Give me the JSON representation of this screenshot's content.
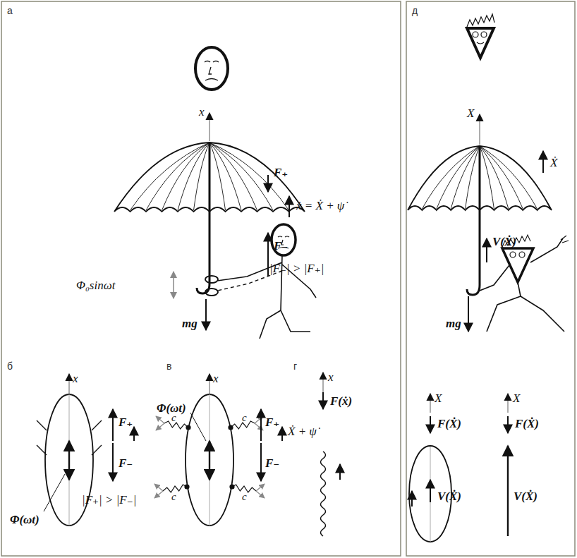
{
  "diagram": {
    "labels": [
      "а",
      "д",
      "x",
      "F₊",
      "ẋ = Ẋ + ψ̇",
      "F₋",
      "|F₋| > |F₊|",
      "Φ₀sinωt",
      "mg",
      "X",
      "Ẋ",
      "V(Ẋ)",
      "mg",
      "б",
      "в",
      "г",
      "x",
      "F₊",
      "F₋",
      "|F₊| > |F₋|",
      "Φ(ωt)",
      "x",
      "Φ(ωt)",
      "c",
      "c",
      "c",
      "c",
      "F₊",
      "Ẋ + ψ̇",
      "F₋",
      "x",
      "F(ẋ)",
      "X",
      "F(Ẋ)",
      "V(Ẋ)",
      "X",
      "F(Ẋ)",
      "V(Ẋ)"
    ]
  }
}
